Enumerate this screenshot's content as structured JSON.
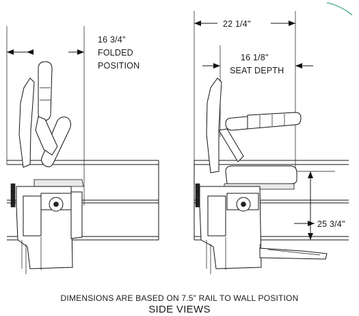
{
  "dimensions": {
    "folded_width": "16 3/4\"",
    "folded_label_1": "FOLDED",
    "folded_label_2": "POSITION",
    "overall_width": "22 1/4\"",
    "seat_depth": "16 1/8\"",
    "seat_depth_label": "SEAT DEPTH",
    "seat_height": "25 3/4\""
  },
  "footer": {
    "note": "DIMENSIONS ARE BASED ON 7.5\" RAIL TO WALL POSITION",
    "title": "SIDE VIEWS"
  },
  "colors": {
    "line": "#111111",
    "corner_accent": "#5fb59a"
  }
}
